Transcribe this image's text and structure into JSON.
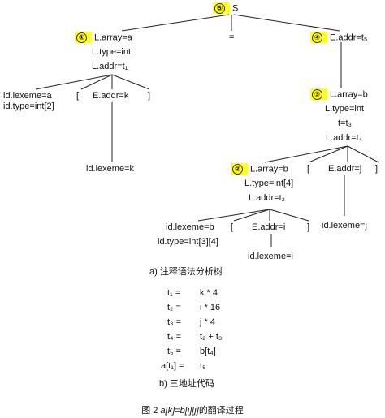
{
  "root": {
    "badge": "⑤",
    "label": "S"
  },
  "equals": "=",
  "n1": {
    "badge": "①",
    "lines": [
      "L.array=a",
      "L.type=int",
      "L.addr=t₁"
    ]
  },
  "n4": {
    "badge": "④",
    "label": "E.addr=t₅"
  },
  "id_a": [
    "id.lexeme=a",
    "id.type=int[2]"
  ],
  "lbrack1": "[",
  "e_k": "E.addr=k",
  "rbrack1": "]",
  "id_k": "id.lexeme=k",
  "n3": {
    "badge": "③",
    "lines": [
      "L.array=b",
      "L.type=int",
      "t=t₃",
      "L.addr=t₄"
    ]
  },
  "n2": {
    "badge": "②",
    "lines": [
      "L.array=b",
      "L.type=int[4]",
      "L.addr=t₂"
    ]
  },
  "lbrack2": "[",
  "e_j": "E.addr=j",
  "rbrack2": "]",
  "id_b": [
    "id.lexeme=b",
    "id.type=int[3][4]"
  ],
  "lbrack3": "[",
  "e_i": "E.addr=i",
  "rbrack3": "]",
  "id_i": "id.lexeme=i",
  "id_j": "id.lexeme=j",
  "caption_a": "a)  注释语法分析树",
  "code": [
    {
      "lhs": "t₁ =",
      "rhs": "k * 4"
    },
    {
      "lhs": "t₂ =",
      "rhs": "i * 16"
    },
    {
      "lhs": "t₃ =",
      "rhs": "j * 4"
    },
    {
      "lhs": "t₄ =",
      "rhs": "t₂ + t₃"
    },
    {
      "lhs": "t₅ =",
      "rhs": "b[t₄]"
    },
    {
      "lhs": "a[t₁] =",
      "rhs": "t₅"
    }
  ],
  "caption_b": "b)  三地址代码",
  "figure": {
    "prefix": "图 2 ",
    "expr": "a[k]=b[i][j]",
    "suffix": "的翻译过程"
  }
}
